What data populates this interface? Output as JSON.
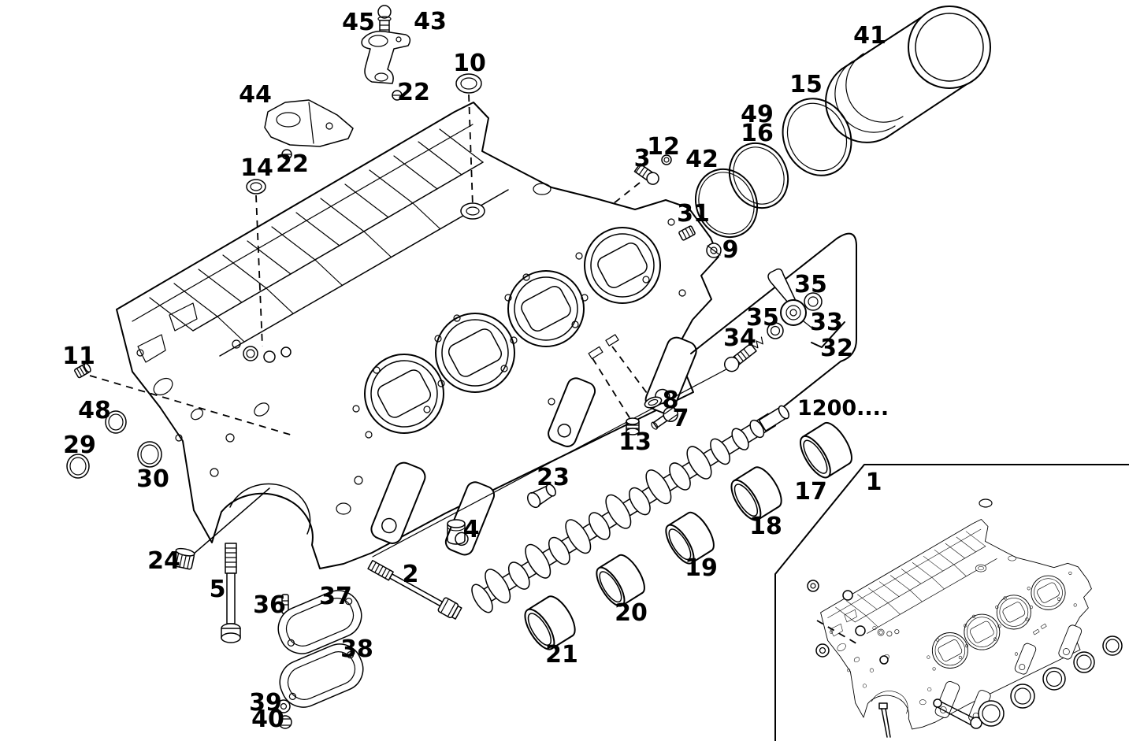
{
  "figure": {
    "background_color": "#ffffff",
    "line_color": "#000000",
    "camshaft_code": "1200....",
    "callouts": {
      "c1": "1",
      "c2": "2",
      "c3": "3",
      "c4": "4",
      "c5": "5",
      "c7": "7",
      "c8": "8",
      "c9": "9",
      "c10": "10",
      "c11": "11",
      "c12": "12",
      "c13": "13",
      "c14": "14",
      "c15": "15",
      "c16": "16",
      "c17": "17",
      "c18": "18",
      "c19": "19",
      "c20": "20",
      "c21": "21",
      "c22a": "22",
      "c22b": "22",
      "c23": "23",
      "c24": "24",
      "c29": "29",
      "c30": "30",
      "c31": "31",
      "c32": "32",
      "c33": "33",
      "c34": "34",
      "c35a": "35",
      "c35b": "35",
      "c36": "36",
      "c37": "37",
      "c38": "38",
      "c39": "39",
      "c40": "40",
      "c41": "41",
      "c42": "42",
      "c43": "43",
      "c44": "44",
      "c45": "45",
      "c48": "48",
      "c49": "49"
    }
  }
}
